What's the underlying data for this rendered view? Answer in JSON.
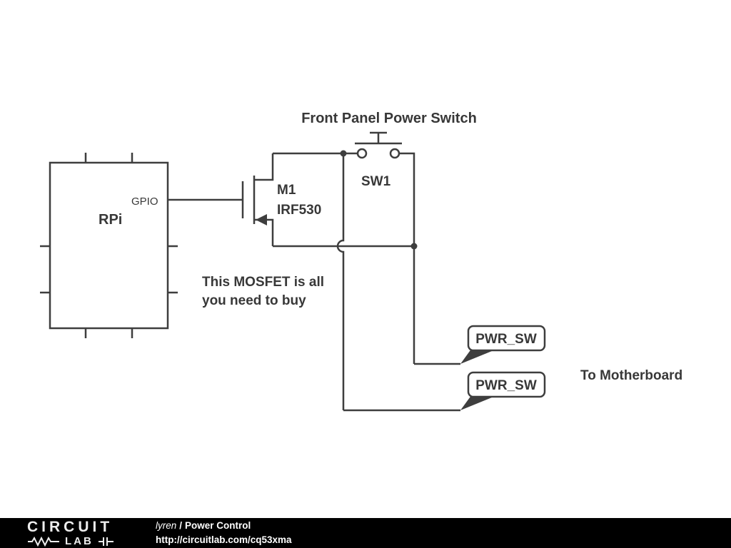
{
  "colors": {
    "wire": "#3e3e3e",
    "label": "#383838",
    "footer_bg": "#000000",
    "footer_text": "#ffffff",
    "logo": "#ededed"
  },
  "schematic": {
    "title": "Front Panel Power Switch",
    "rpi": {
      "name": "RPi",
      "pin": "GPIO"
    },
    "mosfet": {
      "ref": "M1",
      "value": "IRF530"
    },
    "switch": {
      "ref": "SW1"
    },
    "note_line1": "This MOSFET is all",
    "note_line2": "you need to buy",
    "flag_top": "PWR_SW",
    "flag_bottom": "PWR_SW",
    "destination": "To Motherboard"
  },
  "footer": {
    "logo_primary": "CIRCUIT",
    "logo_secondary": "LAB",
    "author": "lyren",
    "separator": "/",
    "project": "Power Control",
    "url": "http://circuitlab.com/cq53xma"
  }
}
